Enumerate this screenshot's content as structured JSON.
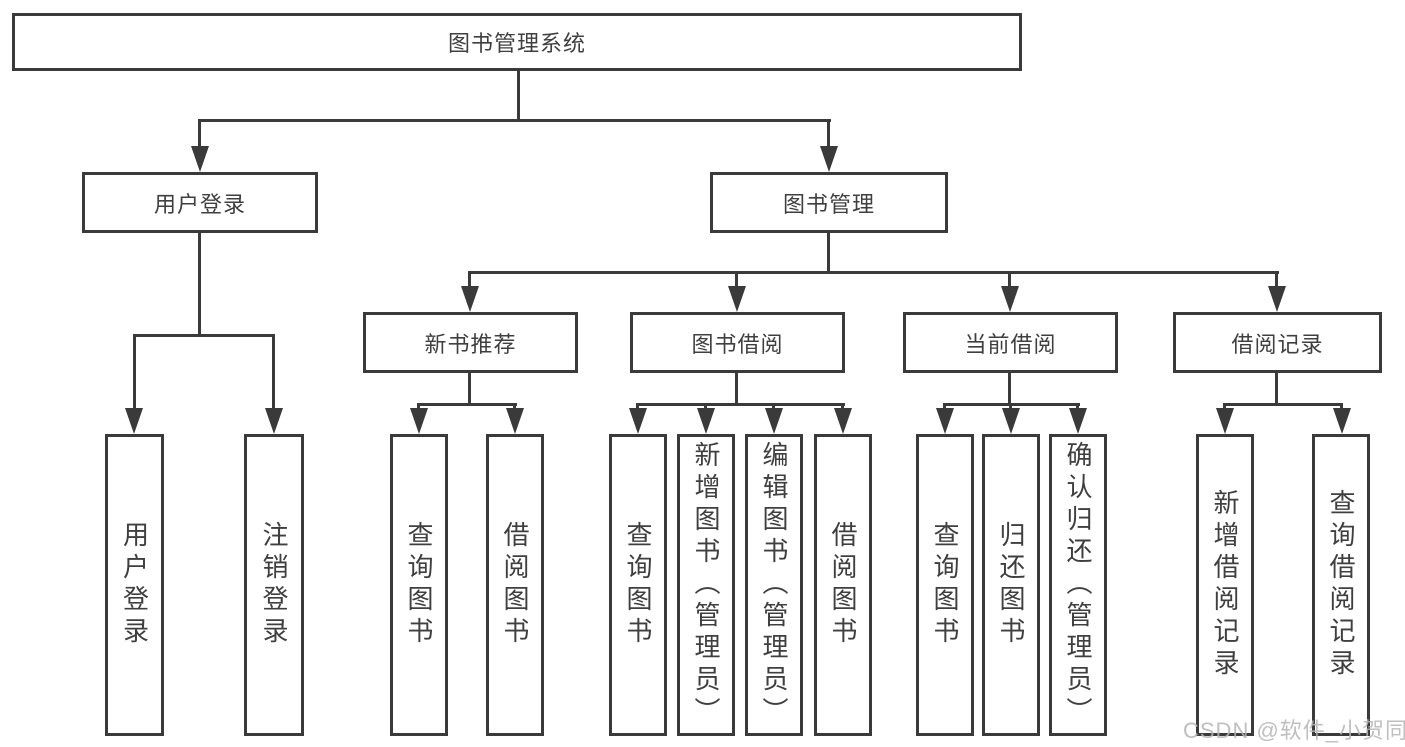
{
  "diagram": {
    "root": {
      "label": "图书管理系统",
      "children": [
        {
          "label": "用户登录",
          "children": [
            {
              "label": "用户登录"
            },
            {
              "label": "注销登录"
            }
          ]
        },
        {
          "label": "图书管理",
          "children": [
            {
              "label": "新书推荐",
              "children": [
                {
                  "label": "查询图书"
                },
                {
                  "label": "借阅图书"
                }
              ]
            },
            {
              "label": "图书借阅",
              "children": [
                {
                  "label": "查询图书"
                },
                {
                  "label": "新增图书（管理员）"
                },
                {
                  "label": "编辑图书（管理员）"
                },
                {
                  "label": "借阅图书"
                }
              ]
            },
            {
              "label": "当前借阅",
              "children": [
                {
                  "label": "查询图书"
                },
                {
                  "label": "归还图书"
                },
                {
                  "label": "确认归还（管理员）"
                }
              ]
            },
            {
              "label": "借阅记录",
              "children": [
                {
                  "label": "新增借阅记录"
                },
                {
                  "label": "查询借阅记录"
                }
              ]
            }
          ]
        }
      ]
    }
  },
  "watermark": {
    "text": "CSDN @软件_小贺同学"
  },
  "colors": {
    "line": "#3a3a3a",
    "text": "#3f3f3f",
    "watermark_text": "#b5b5b5",
    "background": "#ffffff"
  }
}
